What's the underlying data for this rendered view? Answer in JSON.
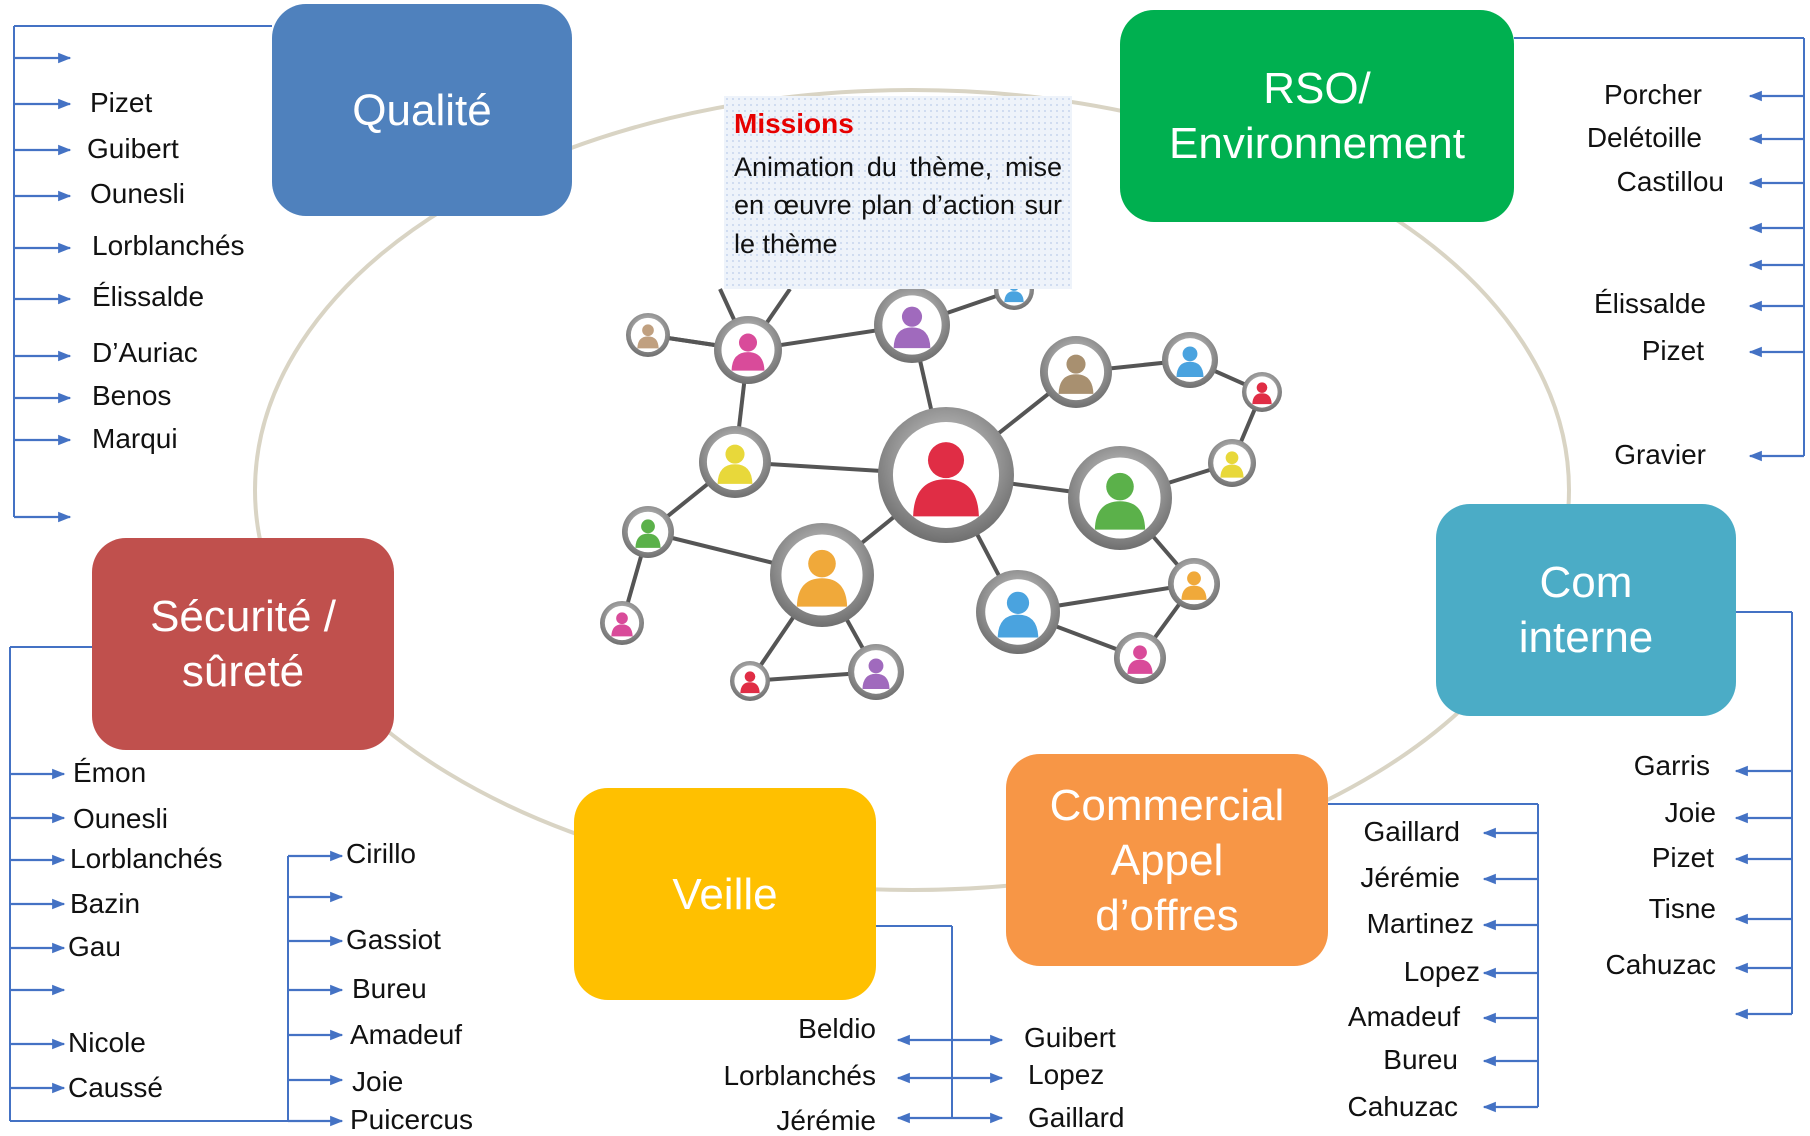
{
  "missions": {
    "title": "Missions",
    "text": "Animation du thème, mise en œuvre plan d’action sur le thème"
  },
  "colors": {
    "qualite": "#4f81bd",
    "rso": "#00b050",
    "securite": "#c0504d",
    "com": "#4bacc6",
    "commercial": "#f79646",
    "veille": "#ffc000",
    "connector": "#4472c4",
    "ellipse": "#d9d4c4"
  },
  "themes": {
    "qualite": {
      "label": "Qualité",
      "members": [
        "",
        "Pizet",
        "Guibert",
        "Ounesli",
        "Lorblanchés",
        "Élissalde",
        "D’Auriac",
        "Benos",
        "Marqui",
        ""
      ]
    },
    "rso": {
      "label": "RSO/\nEnvironnement",
      "members": [
        "Porcher",
        "Delétoille",
        "Castillou",
        "",
        "",
        "Élissalde",
        "Pizet",
        "Gravier"
      ]
    },
    "securite": {
      "label": "Sécurité /\nsûreté",
      "members_col1": [
        "Émon",
        "Ounesli",
        "Lorblanchés",
        "Bazin",
        "Gau",
        "",
        "Nicole",
        "Caussé"
      ],
      "members_col2": [
        "Cirillo",
        "",
        "Gassiot",
        "Bureu",
        "Amadeuf",
        "Joie",
        "Puicercus"
      ]
    },
    "com": {
      "label": "Com\ninterne",
      "members": [
        "Garris",
        "Joie",
        "Pizet",
        "Tisne",
        "Cahuzac",
        ""
      ]
    },
    "commercial": {
      "label": "Commercial\nAppel\nd’offres",
      "members": [
        "Gaillard",
        "Jérémie",
        "Martinez",
        "Lopez",
        "Amadeuf",
        "Bureu",
        "Cahuzac"
      ]
    },
    "veille": {
      "label": "Veille",
      "members_left": [
        "Beldio",
        "Lorblanchés",
        "Jérémie"
      ],
      "members_right": [
        "Guibert",
        "Lopez",
        "Gaillard"
      ]
    }
  },
  "network": {
    "node_colors": [
      "#e02d45",
      "#c0a080",
      "#d94b9a",
      "#a06abd",
      "#4aa3df",
      "#a89070",
      "#4aa3df",
      "#e02d45",
      "#e8d83a",
      "#e8d83a",
      "#5bb14a",
      "#5bb14a",
      "#f0a93a",
      "#4aa3df",
      "#f0a93a",
      "#d94b9a",
      "#e02d45",
      "#a06abd",
      "#d94b9a"
    ]
  }
}
